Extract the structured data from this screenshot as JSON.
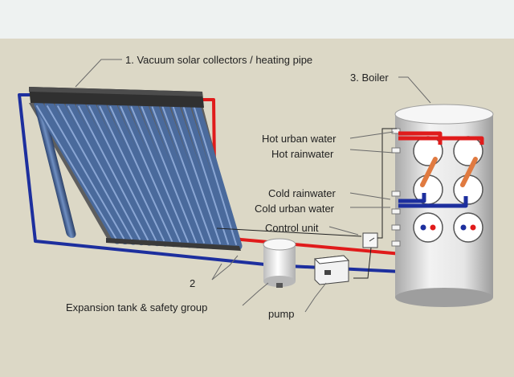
{
  "labels": {
    "collectors": "1. Vacuum solar collectors / heating pipe",
    "boiler": "3. Boiler",
    "hot_urban_water": "Hot urban water",
    "hot_rainwater": "Hot rainwater",
    "cold_rainwater": "Cold rainwater",
    "cold_urban_water": "Cold urban water",
    "control_unit": "Control unit",
    "circuit_number": "2",
    "expansion_tank": "Expansion tank & safety group",
    "pump": "pump"
  },
  "colors": {
    "hot_pipe": "#e01b1b",
    "cold_pipe": "#1d2f9e",
    "background": "#dcd8c6",
    "sky_band": "#eef2f1",
    "tube": "#4a6a9c",
    "boiler": "#dedede"
  }
}
